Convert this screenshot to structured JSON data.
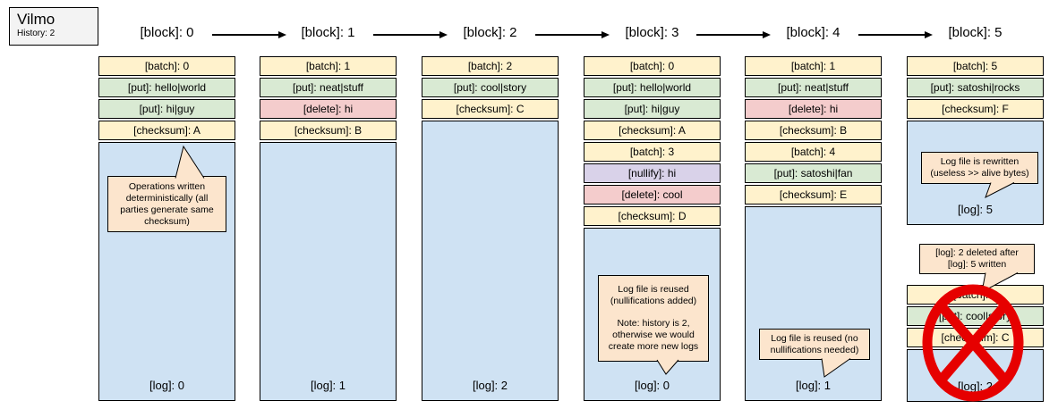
{
  "app": {
    "name": "Vilmo",
    "history": "History: 2"
  },
  "palette": {
    "batch_row": "#fff2cc",
    "checksum_row": "#fff2cc",
    "put_row": "#d9ead3",
    "delete_row": "#f4cccc",
    "nullify_row": "#d9d2e9",
    "log_area": "#cfe2f3",
    "note_bubble": "#fce5cd",
    "no_symbol": "#e60000",
    "legend_box": "#f3f3f3"
  },
  "headers": [
    "[block]: 0",
    "[block]: 1",
    "[block]: 2",
    "[block]: 3",
    "[block]: 4",
    "[block]: 5"
  ],
  "columns": [
    {
      "rows": [
        {
          "label": "[batch]: 0",
          "type": "batch"
        },
        {
          "label": "[put]: hello|world",
          "type": "put"
        },
        {
          "label": "[put]: hi|guy",
          "type": "put"
        },
        {
          "label": "[checksum]: A",
          "type": "checksum"
        }
      ],
      "log": "[log]: 0"
    },
    {
      "rows": [
        {
          "label": "[batch]: 1",
          "type": "batch"
        },
        {
          "label": "[put]: neat|stuff",
          "type": "put"
        },
        {
          "label": "[delete]: hi",
          "type": "delete"
        },
        {
          "label": "[checksum]: B",
          "type": "checksum"
        }
      ],
      "log": "[log]: 1"
    },
    {
      "rows": [
        {
          "label": "[batch]: 2",
          "type": "batch"
        },
        {
          "label": "[put]: cool|story",
          "type": "put"
        },
        {
          "label": "[checksum]: C",
          "type": "checksum"
        }
      ],
      "log": "[log]: 2"
    },
    {
      "rows": [
        {
          "label": "[batch]: 0",
          "type": "batch"
        },
        {
          "label": "[put]: hello|world",
          "type": "put"
        },
        {
          "label": "[put]: hi|guy",
          "type": "put"
        },
        {
          "label": "[checksum]: A",
          "type": "checksum"
        },
        {
          "label": "[batch]: 3",
          "type": "batch"
        },
        {
          "label": "[nullify]: hi",
          "type": "nullify"
        },
        {
          "label": "[delete]: cool",
          "type": "delete"
        },
        {
          "label": "[checksum]: D",
          "type": "checksum"
        }
      ],
      "log": "[log]: 0"
    },
    {
      "rows": [
        {
          "label": "[batch]: 1",
          "type": "batch"
        },
        {
          "label": "[put]: neat|stuff",
          "type": "put"
        },
        {
          "label": "[delete]: hi",
          "type": "delete"
        },
        {
          "label": "[checksum]: B",
          "type": "checksum"
        },
        {
          "label": "[batch]: 4",
          "type": "batch"
        },
        {
          "label": "[put]: satoshi|fan",
          "type": "put"
        },
        {
          "label": "[checksum]: E",
          "type": "checksum"
        }
      ],
      "log": "[log]: 1"
    },
    {
      "rows": [
        {
          "label": "[batch]: 5",
          "type": "batch"
        },
        {
          "label": "[put]: satoshi|rocks",
          "type": "put"
        },
        {
          "label": "[checksum]: F",
          "type": "checksum"
        }
      ],
      "log": "[log]: 5"
    }
  ],
  "deleted_box": {
    "rows": [
      {
        "label": "[batch]: 2",
        "type": "batch"
      },
      {
        "label": "[put]: cool|story",
        "type": "put"
      },
      {
        "label": "[checksum]: C",
        "type": "checksum"
      }
    ],
    "log": "[log]: 2"
  },
  "notes": {
    "deterministic": "Operations written deterministically (all parties generate same checksum)",
    "reused_null_line1": "Log file is reused (nullifications added)",
    "reused_null_line2": "Note: history is 2, otherwise we would create more new logs",
    "reused_no_null": "Log file is reused (no nullifications needed)",
    "rewritten": "Log file is rewritten (useless >> alive bytes)",
    "deleted_after": "[log]: 2 deleted after [log]: 5 written"
  }
}
